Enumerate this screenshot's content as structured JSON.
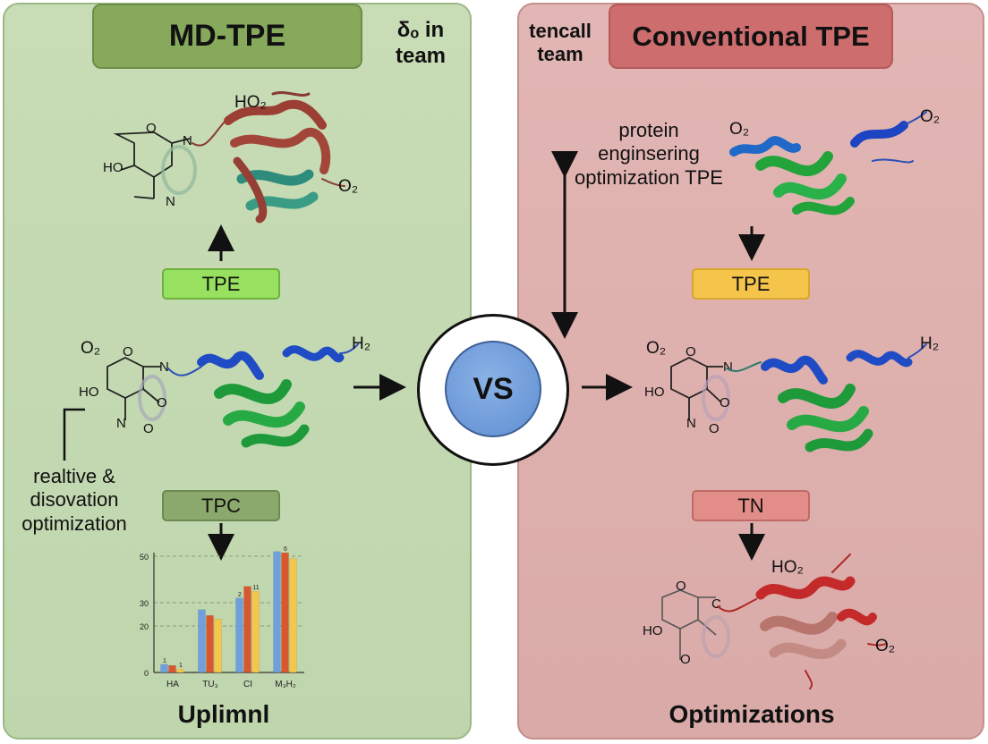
{
  "left_panel": {
    "title": "MD-TPE",
    "team_label": "δₒ in team",
    "tag_top": "TPE",
    "tag_mid": "TPC",
    "note": "realtive & disovation optimization",
    "footer": "Uplimnl",
    "protein_top_label": "HO₂",
    "protein_top_side": "O₂",
    "protein_mid_label": "O₂",
    "protein_mid_side": "H₂",
    "mol_atoms": [
      "O",
      "O",
      "HO",
      "N",
      "N",
      "O"
    ]
  },
  "center": {
    "vs_label": "VS"
  },
  "right_panel": {
    "title": "Conventional TPE",
    "team_label": "tencall team",
    "note": "protein enginsering optimization TPE",
    "tag_top": "TPE",
    "tag_mid": "TN",
    "footer": "Optimizations",
    "protein_top_left": "O₂",
    "protein_top_right": "O₂",
    "protein_mid_label": "O₂",
    "protein_mid_side": "H₂",
    "protein_bottom_label": "HO₂",
    "protein_bottom_side": "O₂"
  },
  "chart_data": {
    "type": "bar",
    "categories": [
      "HA",
      "TU₃",
      "CI",
      "M₃H₂"
    ],
    "yticks": [
      "0",
      "20",
      "30",
      "50"
    ],
    "ylim": [
      0,
      50
    ],
    "series": [
      {
        "values": [
          3.5,
          27,
          32,
          52
        ],
        "color": "#6f9fdc"
      },
      {
        "values": [
          3,
          24.5,
          37,
          51.5
        ],
        "color": "#d9572e"
      },
      {
        "values": [
          1.5,
          23,
          35,
          49
        ],
        "color": "#f3c74b"
      }
    ],
    "data_labels": [
      "1",
      "",
      "1",
      "",
      "",
      "",
      "2",
      "",
      "11",
      "",
      "6",
      ""
    ],
    "colors": {
      "blue": "#6f9fdc",
      "red": "#d9572e",
      "yellow": "#f3c74b"
    }
  }
}
